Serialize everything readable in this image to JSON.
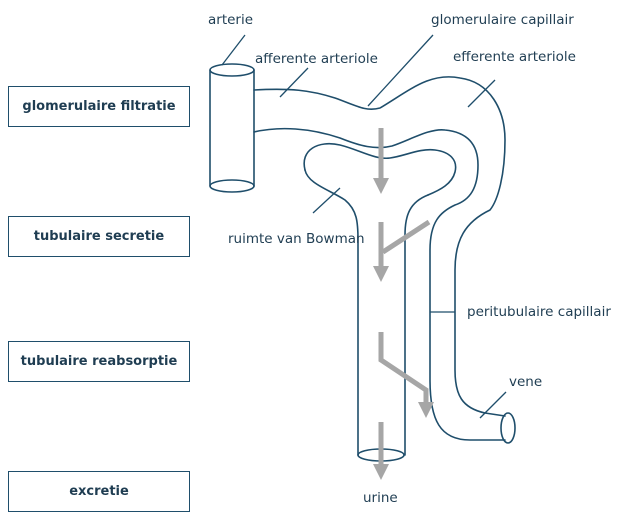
{
  "processes": [
    {
      "id": "glomerulaire-filtratie",
      "label": "glomerulaire filtratie"
    },
    {
      "id": "tubulaire-secretie",
      "label": "tubulaire secretie"
    },
    {
      "id": "tubulaire-reabsorptie",
      "label": "tubulaire reabsorptie"
    },
    {
      "id": "excretie",
      "label": "excretie"
    }
  ],
  "labels": {
    "arterie": "arterie",
    "afferente_arteriole": "afferente arteriole",
    "glomerulaire_capillair": "glomerulaire capillair",
    "efferente_arteriole": "efferente arteriole",
    "ruimte_van_bowman": "ruimte van Bowman",
    "peritubulaire_capillair": "peritubulaire capillair",
    "vene": "vene",
    "urine": "urine"
  },
  "colors": {
    "outline": "#1f4e6b",
    "text": "#1f3d52",
    "arrow": "#a6a6a6"
  }
}
